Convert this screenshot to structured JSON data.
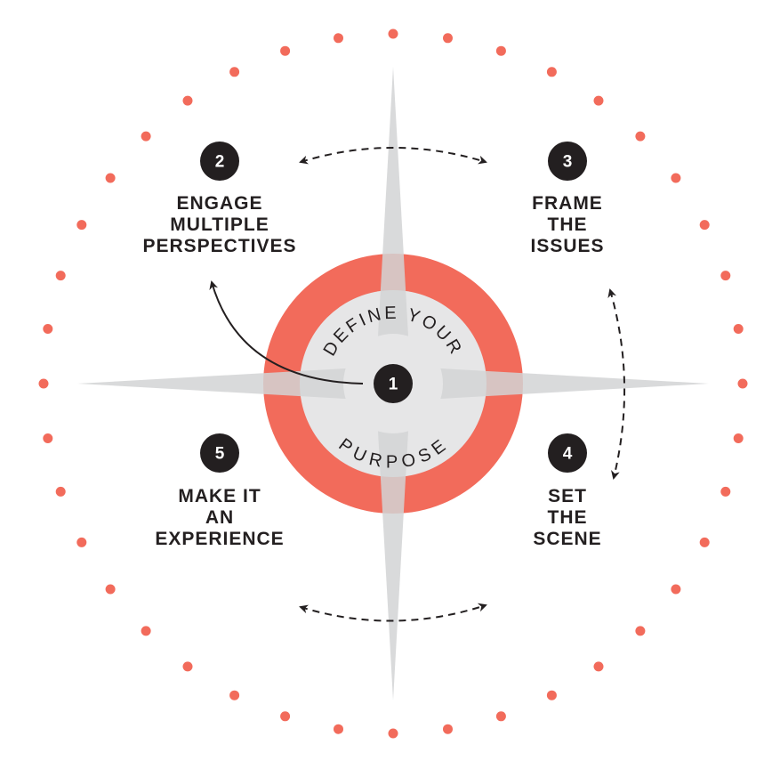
{
  "center": {
    "number": "1",
    "top_arc_text": "DEFINE YOUR",
    "bottom_arc_text": "PURPOSE"
  },
  "steps": [
    {
      "number": "2",
      "lines": [
        "ENGAGE",
        "MULTIPLE",
        "PERSPECTIVES"
      ]
    },
    {
      "number": "3",
      "lines": [
        "FRAME",
        "THE",
        "ISSUES"
      ]
    },
    {
      "number": "4",
      "lines": [
        "SET",
        "THE",
        "SCENE"
      ]
    },
    {
      "number": "5",
      "lines": [
        "MAKE IT",
        "AN",
        "EXPERIENCE"
      ]
    }
  ],
  "colors": {
    "accent": "#f26b5b",
    "ring_inner": "#e6e6e7",
    "compass_star": "#d2d3d5",
    "compass_overlap": "#c3c4c6",
    "badge": "#231f20",
    "text": "#231f20"
  }
}
